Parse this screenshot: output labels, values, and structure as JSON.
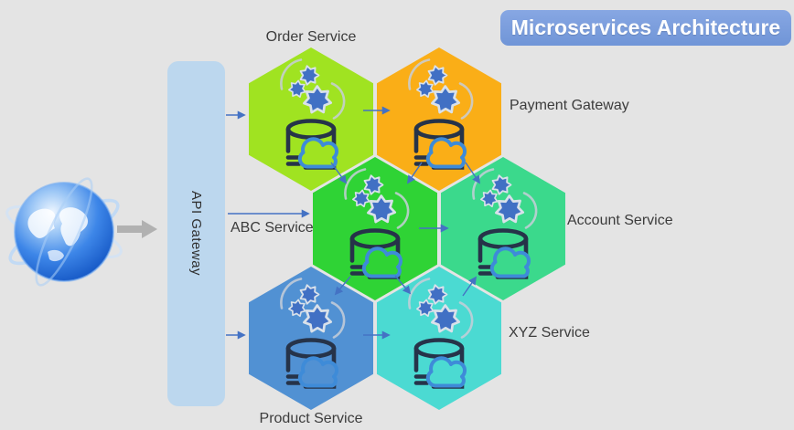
{
  "title_banner": {
    "label": "Microservices Architecture",
    "bg": "#7b9ddc",
    "text_color": "#ffffff"
  },
  "gateway": {
    "label": "API Gateway",
    "fill": "#bcd7ee"
  },
  "nodes": [
    {
      "id": "order",
      "label": "Order Service",
      "color": "#a0e321"
    },
    {
      "id": "payment",
      "label": "Payment Gateway",
      "color": "#faae17"
    },
    {
      "id": "abc",
      "label": "ABC Service",
      "color": "#2fd335"
    },
    {
      "id": "account",
      "label": "Account Service",
      "color": "#3bd98c"
    },
    {
      "id": "product",
      "label": "Product Service",
      "color": "#5191d3"
    },
    {
      "id": "xyz",
      "label": "XYZ Service",
      "color": "#4bdad2"
    }
  ],
  "connections": [
    {
      "from": "internet",
      "to": "api-gateway"
    },
    {
      "from": "api-gateway",
      "to": "order"
    },
    {
      "from": "api-gateway",
      "to": "abc"
    },
    {
      "from": "api-gateway",
      "to": "product"
    },
    {
      "from": "order",
      "to": "payment"
    },
    {
      "from": "order",
      "to": "abc"
    },
    {
      "from": "payment",
      "to": "abc"
    },
    {
      "from": "payment",
      "to": "account"
    },
    {
      "from": "abc",
      "to": "account"
    },
    {
      "from": "abc",
      "to": "product"
    },
    {
      "from": "abc",
      "to": "xyz"
    },
    {
      "from": "product",
      "to": "xyz"
    },
    {
      "from": "xyz",
      "to": "account"
    }
  ],
  "icons": {
    "internet": "globe-icon",
    "node_top": "gears-icon",
    "node_bottom": "database-cloud-icon",
    "flow": "arrow-right-icon"
  },
  "colors": {
    "background": "#e4e4e4",
    "arrow_blue": "#4472c4",
    "arrow_gray": "#b1b1b1",
    "gear_blue": "#4170c4",
    "database_ink": "#263349",
    "cloud_blue": "#3e8bd8"
  }
}
